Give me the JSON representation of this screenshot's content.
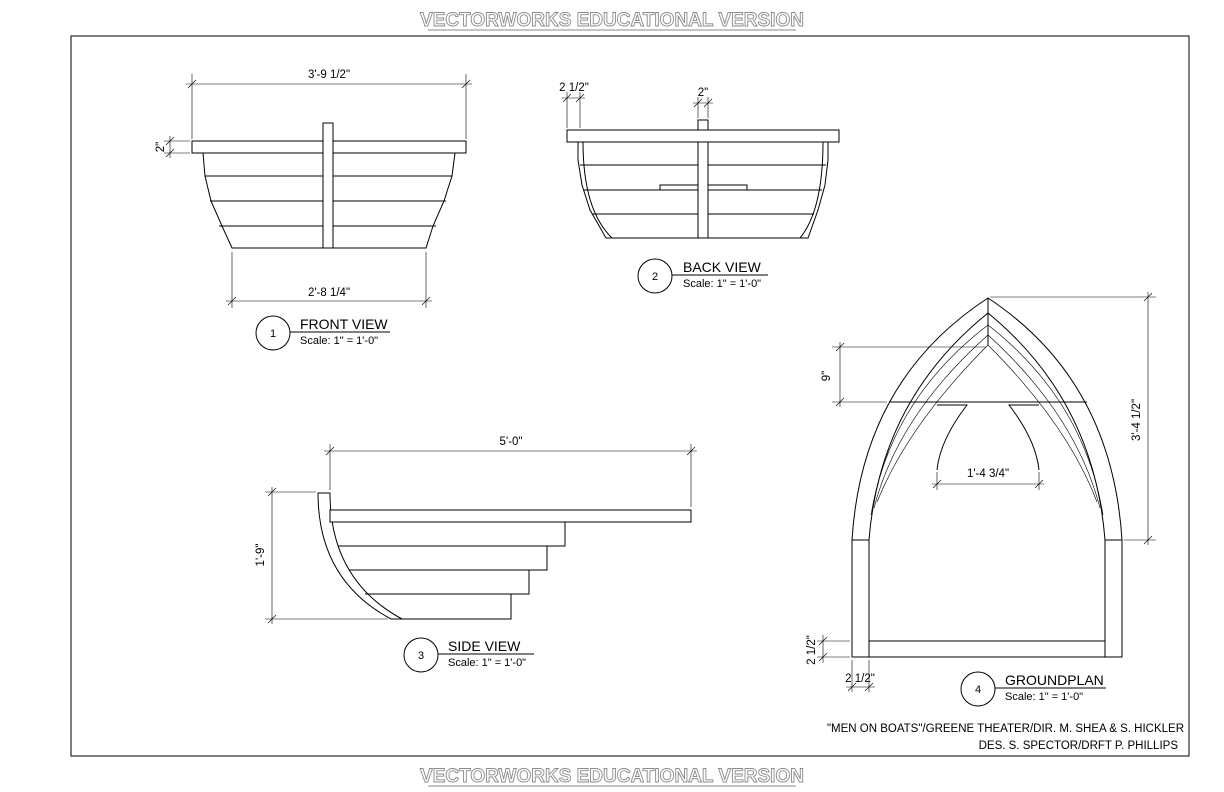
{
  "watermark": {
    "top": "VECTORWORKS EDUCATIONAL VERSION",
    "bottom": "VECTORWORKS EDUCATIONAL VERSION"
  },
  "views": [
    {
      "number": "1",
      "title": "FRONT VIEW",
      "scale": "Scale: 1\" = 1'-0\""
    },
    {
      "number": "2",
      "title": "BACK VIEW",
      "scale": "Scale: 1\" = 1'-0\""
    },
    {
      "number": "3",
      "title": "SIDE VIEW",
      "scale": "Scale: 1\" = 1'-0\""
    },
    {
      "number": "4",
      "title": "GROUNDPLAN",
      "scale": "Scale: 1\" = 1'-0\""
    }
  ],
  "dimensions": {
    "front_top_width": "3'-9 1/2\"",
    "front_bottom_width": "2'-8 1/4\"",
    "front_rim": "2\"",
    "back_left": "2 1/2\"",
    "back_post": "2\"",
    "side_length": "5'-0\"",
    "side_height": "1'-9\"",
    "plan_bow": "9\"",
    "plan_inner_width": "1'-4 3/4\"",
    "plan_length": "3'-4 1/2\"",
    "plan_wall_v": "2 1/2\"",
    "plan_wall_h": "2 1/2\""
  },
  "title_block": {
    "line1": "\"MEN ON BOATS\"/GREENE THEATER/DIR. M. SHEA & S. HICKLER",
    "line2": "DES. S. SPECTOR/DRFT P. PHILLIPS"
  }
}
